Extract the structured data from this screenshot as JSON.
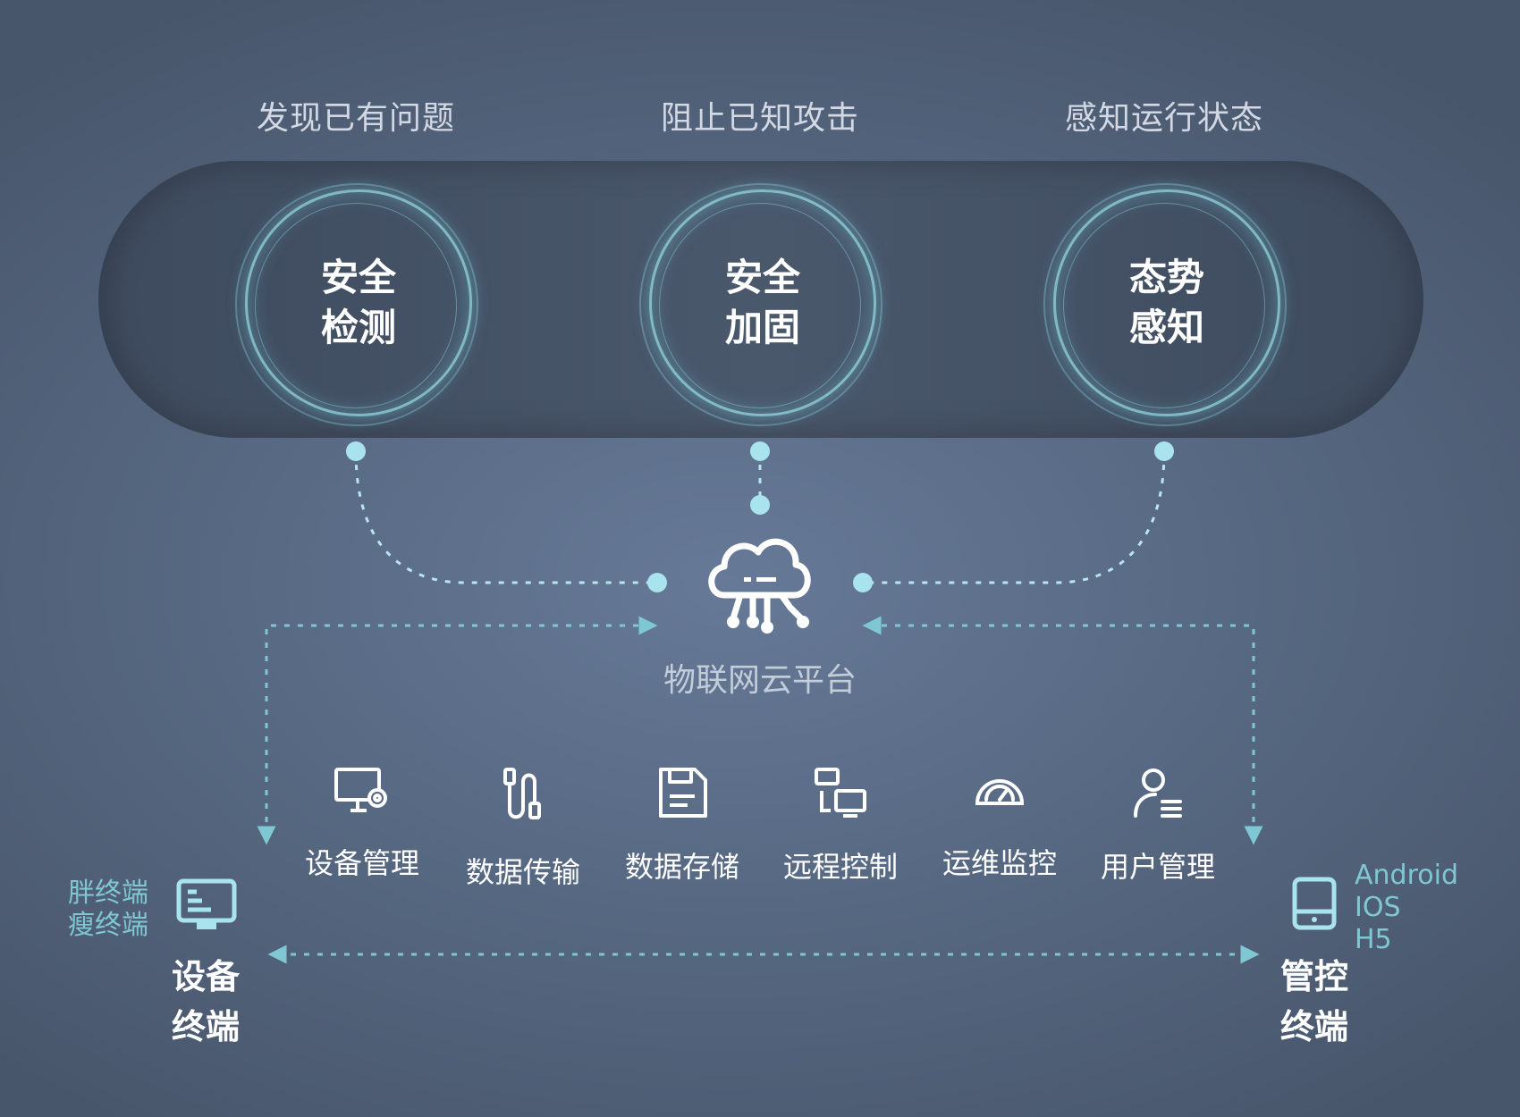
{
  "headings": [
    "发现已有问题",
    "阻止已知攻击",
    "感知运行状态"
  ],
  "capabilities": [
    {
      "line1": "安全",
      "line2": "检测"
    },
    {
      "line1": "安全",
      "line2": "加固"
    },
    {
      "line1": "态势",
      "line2": "感知"
    }
  ],
  "platform": {
    "label": "物联网云平台",
    "icon": "cloud-circuit-icon"
  },
  "services": [
    {
      "label": "设备管理",
      "icon": "monitor-gear-icon"
    },
    {
      "label": "数据传输",
      "icon": "cable-plug-icon"
    },
    {
      "label": "数据存储",
      "icon": "floppy-disk-icon"
    },
    {
      "label": "远程控制",
      "icon": "remote-control-icon"
    },
    {
      "label": "运维监控",
      "icon": "gauge-icon"
    },
    {
      "label": "用户管理",
      "icon": "user-list-icon"
    }
  ],
  "device_terminal": {
    "line1": "设备",
    "line2": "终端",
    "types": [
      "胖终端",
      "瘦终端"
    ],
    "icon": "desktop-monitor-icon"
  },
  "control_terminal": {
    "line1": "管控",
    "line2": "终端",
    "types": [
      "Android",
      "IOS",
      "H5"
    ],
    "icon": "tablet-icon"
  },
  "colors": {
    "accent": "#9fdde8",
    "arrow": "#7fc7d3",
    "ring": "#96dce6"
  }
}
